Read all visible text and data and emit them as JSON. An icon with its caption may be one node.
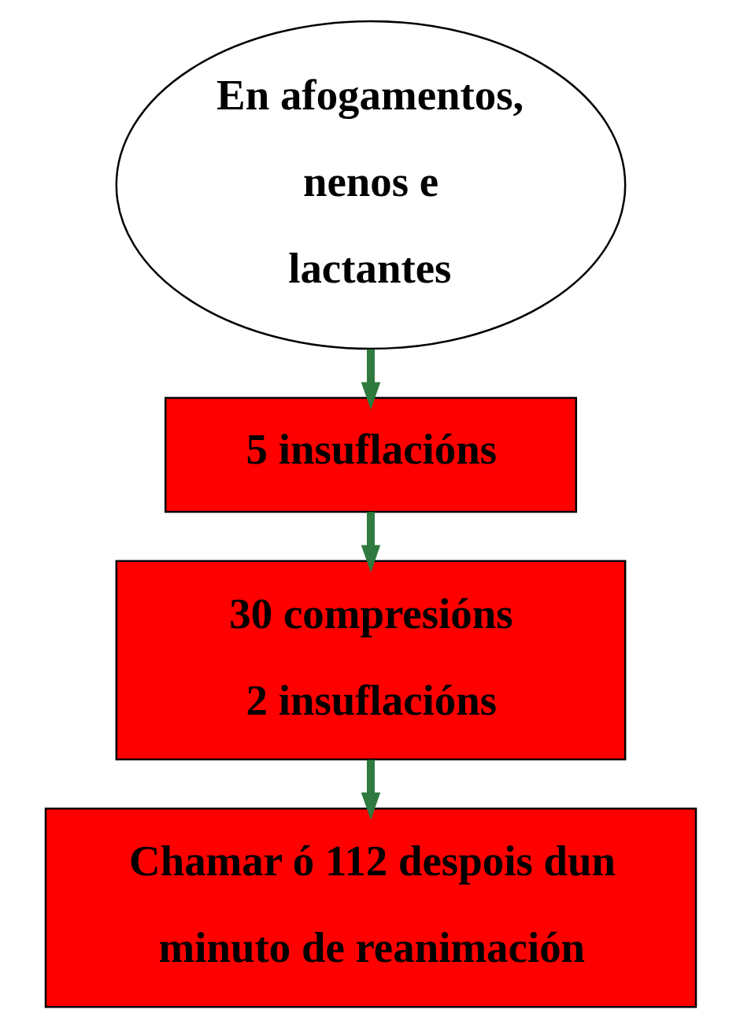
{
  "diagram": {
    "nodes": [
      {
        "text": [
          "En afogamentos, nenos e lactantes"
        ]
      },
      {
        "text": [
          "5 insuflacións"
        ]
      },
      {
        "text": [
          "30 compresións",
          "2 insuflacións"
        ]
      },
      {
        "text": [
          "Chamar ó 112 despois dun minuto de reanimación"
        ]
      }
    ],
    "edges": [
      {
        "from": 0,
        "to": 1,
        "arrow": "to"
      },
      {
        "from": 1,
        "to": 2,
        "arrow": "to"
      },
      {
        "from": 2,
        "to": 3,
        "arrow": "to"
      }
    ]
  }
}
